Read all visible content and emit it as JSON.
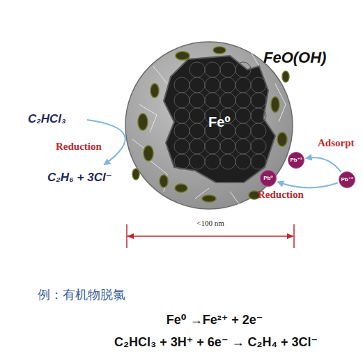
{
  "diagram": {
    "nodes": [
      {
        "text": [
          "FeO(OH)"
        ]
      },
      {
        "text": [
          "Fe⁰"
        ],
        "in": 0
      },
      {
        "text": [
          "Pb⁺²"
        ]
      },
      {
        "text": [
          "Pb⁰"
        ],
        "in": 0
      },
      {
        "text": [
          "Pb⁺²"
        ]
      }
    ],
    "edges": [
      {
        "from": 4,
        "to": 2,
        "arrow": "to",
        "label": "Adsorpt"
      },
      {
        "from": 4,
        "to": 3,
        "arrow": "to",
        "label": "Reduction"
      }
    ],
    "labels": [
      "C₂HCl₃",
      "Reduction",
      "C₂H₆ + 3Cl⁻",
      "<100 nm",
      "例：有机物脱氯",
      "Fe⁰ →Fe²⁺ + 2e⁻",
      "C₂HCl₃ + 3H⁺ + 6e⁻ → C₂H₄ + 3Cl⁻"
    ]
  }
}
